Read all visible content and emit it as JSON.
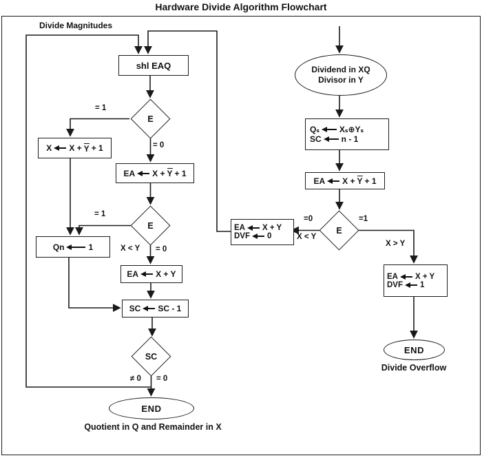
{
  "title": "Hardware Divide Algorithm Flowchart",
  "annotations": {
    "divide_magnitudes": "Divide Magnitudes",
    "divide_overflow": "Divide Overflow",
    "quotient_note": "Quotient in Q and Remainder in X"
  },
  "nodes": {
    "shl_eaq": {
      "label": "shl EAQ"
    },
    "e1": {
      "label": "E"
    },
    "x_assign": {
      "lhs": "X",
      "pre": "X +",
      "over": "Y",
      "post": "+ 1"
    },
    "ea_assign1": {
      "lhs": "EA",
      "pre": "X +",
      "over": "Y",
      "post": "+ 1"
    },
    "e2": {
      "label": "E"
    },
    "qn_assign": {
      "lhs": "Qn",
      "rhs": "1"
    },
    "ea_xy": {
      "lhs": "EA",
      "rhs": "X + Y"
    },
    "sc_dec": {
      "lhs": "SC",
      "rhs": "SC - 1"
    },
    "sc_test": {
      "label": "SC"
    },
    "end_left": {
      "label": "END"
    },
    "start_oval": {
      "line1": "Dividend in XQ",
      "line2": "Divisor in Y"
    },
    "qs_sc": {
      "row1": {
        "lhs": "Qₛ",
        "rhs": "Xₛ⊕Yₛ"
      },
      "row2": {
        "lhs": "SC",
        "rhs": "n - 1"
      }
    },
    "ea_assign2": {
      "lhs": "EA",
      "pre": "X +",
      "over": "Y",
      "post": "+ 1"
    },
    "e3": {
      "label": "E"
    },
    "dvf0": {
      "row1": {
        "lhs": "EA",
        "rhs": "X + Y"
      },
      "row2": {
        "lhs": "DVF",
        "rhs": "0"
      }
    },
    "dvf1": {
      "row1": {
        "lhs": "EA",
        "rhs": "X + Y"
      },
      "row2": {
        "lhs": "DVF",
        "rhs": "1"
      }
    },
    "end_right": {
      "label": "END"
    }
  },
  "edge_labels": {
    "e1_true": "= 1",
    "e1_false": "= 0",
    "e2_true": "= 1",
    "e2_false": "= 0",
    "e2_false_cond": "X < Y",
    "sc_nonzero": "≠ 0",
    "sc_zero": "= 0",
    "e3_false": "=0",
    "e3_false_cond": "X < Y",
    "e3_true": "=1",
    "e3_true_cond": "X > Y"
  },
  "colors": {
    "ink": "#1a1a1a",
    "background": "#ffffff"
  }
}
